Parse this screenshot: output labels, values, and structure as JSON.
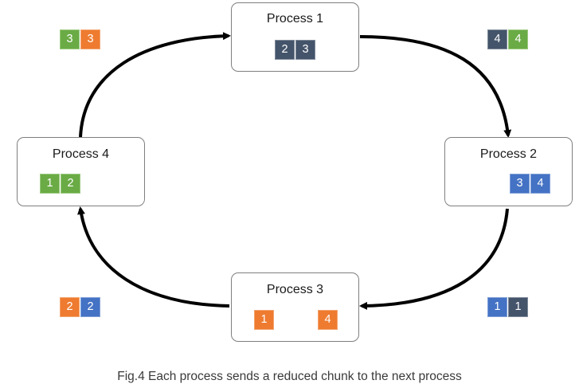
{
  "colors": {
    "green": "#6aab45",
    "orange": "#ee7b30",
    "navy": "#44546a",
    "blue": "#4472c4",
    "arrow": "#000000",
    "box_border": "#7f7f7f"
  },
  "processes": [
    {
      "title": "Process 1",
      "chunks": [
        {
          "label": "2",
          "color": "navy"
        },
        {
          "label": "3",
          "color": "navy"
        }
      ]
    },
    {
      "title": "Process 2",
      "chunks": [
        {
          "label": "3",
          "color": "blue"
        },
        {
          "label": "4",
          "color": "blue"
        }
      ]
    },
    {
      "title": "Process 3",
      "chunks": [
        {
          "label": "1",
          "color": "orange"
        },
        {
          "label": "4",
          "color": "orange"
        }
      ]
    },
    {
      "title": "Process 4",
      "chunks": [
        {
          "label": "1",
          "color": "green"
        },
        {
          "label": "2",
          "color": "green"
        }
      ]
    }
  ],
  "transfers": [
    {
      "from": "Process 1",
      "to": "Process 2",
      "chunks": [
        {
          "label": "4",
          "color": "navy"
        },
        {
          "label": "4",
          "color": "green"
        }
      ]
    },
    {
      "from": "Process 2",
      "to": "Process 3",
      "chunks": [
        {
          "label": "1",
          "color": "blue"
        },
        {
          "label": "1",
          "color": "navy"
        }
      ]
    },
    {
      "from": "Process 3",
      "to": "Process 4",
      "chunks": [
        {
          "label": "2",
          "color": "orange"
        },
        {
          "label": "2",
          "color": "blue"
        }
      ]
    },
    {
      "from": "Process 4",
      "to": "Process 1",
      "chunks": [
        {
          "label": "3",
          "color": "green"
        },
        {
          "label": "3",
          "color": "orange"
        }
      ]
    }
  ],
  "caption": "Fig.4 Each process sends a reduced chunk to the next process"
}
